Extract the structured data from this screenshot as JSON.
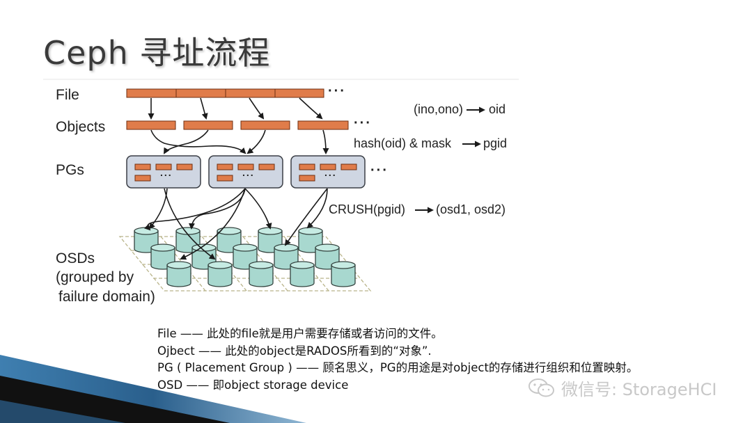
{
  "title": "Ceph 寻址流程",
  "diagram": {
    "row_labels": {
      "file": "File",
      "objects": "Objects",
      "pgs": "PGs",
      "osds_line1": "OSDs",
      "osds_line2": "(grouped by",
      "osds_line3": "failure domain)"
    },
    "ellipsis": "···",
    "pg_ellipsis": "...",
    "annotations": {
      "ino_ono_prefix": "(ino,ono)",
      "ino_ono_result": "oid",
      "hash_prefix": "hash(oid) & mask",
      "hash_result": "pgid",
      "crush_prefix": "CRUSH(pgid)",
      "crush_result": "(osd1, osd2)"
    },
    "colors": {
      "segment": "#e07c4a",
      "segment_border": "#6e2e10",
      "pg_box": "#cfd6e2",
      "cylinder": "#a8d8cf",
      "cylinder_stroke": "#34433f",
      "grid": "#b9b48a"
    }
  },
  "descriptions": [
    "File —— 此处的file就是用户需要存储或者访问的文件。",
    "Ojbect —— 此处的object是RADOS所看到的“对象”.",
    "PG ( Placement Group ) —— 顾名思义，PG的用途是对object的存储进行组织和位置映射。",
    "OSD —— 即object storage device"
  ],
  "watermark": {
    "icon": "wechat-icon",
    "text": "微信号: StorageHCI"
  }
}
